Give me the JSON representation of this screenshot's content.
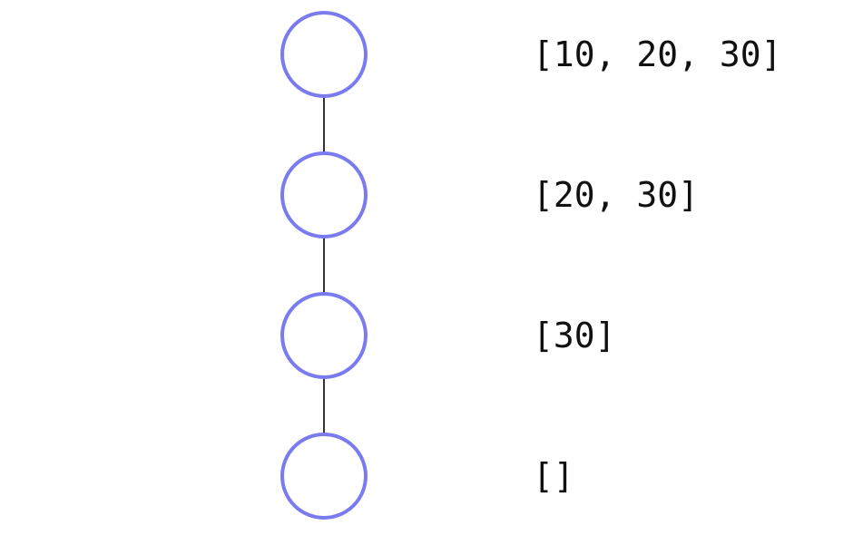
{
  "diagram": {
    "nodes": [
      {
        "label": "[10, 20, 30]"
      },
      {
        "label": "[20, 30]"
      },
      {
        "label": "[30]"
      },
      {
        "label": "[]"
      }
    ],
    "colors": {
      "node_stroke": "#7b7bf0",
      "edge": "#333333",
      "text": "#111111"
    }
  }
}
